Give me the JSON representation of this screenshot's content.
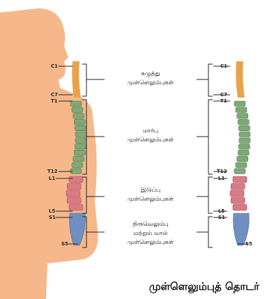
{
  "labels_left": {
    "c1": "C1",
    "c7": "C7",
    "t1": "T1",
    "t12": "T12",
    "l1": "L1",
    "l5": "L5",
    "s1": "S1",
    "s5": "S5"
  },
  "labels_right": {
    "c1": "C1",
    "c7": "C7",
    "t1": "T1",
    "t12": "T12",
    "l1": "L1",
    "l5": "L5",
    "s1": "S1",
    "s5": "S5"
  },
  "regions": {
    "cervical_line1": "கழுத்து",
    "cervical_line2": "முள்ளெலும்புகள்",
    "thoracic_line1": "மார்பு",
    "thoracic_line2": "முள்ளெலும்புகள்",
    "lumbar_line1": "இடுப்பு",
    "lumbar_line2": "முள்ளெலும்புகள்",
    "sacral_line1": "திருவெலும்பு",
    "sacral_line2": "மற்றும் வால்",
    "sacral_line3": "முள்ளெலும்புகள்"
  },
  "caption": "முள்ளெலும்புத் தொடர்",
  "colors": {
    "body": "#F6B88A",
    "cervical": "#E8A24A",
    "thoracic": "#7FA878",
    "lumbar": "#D97A84",
    "sacral": "#6E8FC0"
  }
}
